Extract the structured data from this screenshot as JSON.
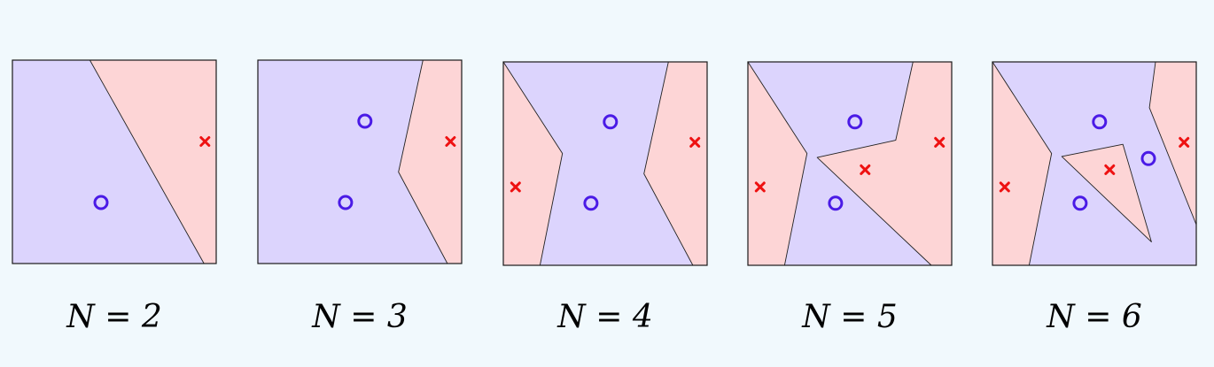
{
  "colors": {
    "background": "#f1f9fd",
    "class_o_region": "#dcd4fd",
    "class_x_region": "#fdd5d6",
    "o_marker": "#4a1ae6",
    "x_marker": "#ee1111",
    "border": "#1a1a1a"
  },
  "panels": [
    {
      "label": "N = 2",
      "points": [
        {
          "cls": "x",
          "x": 0.945,
          "y": 0.4
        },
        {
          "cls": "o",
          "x": 0.435,
          "y": 0.7
        }
      ],
      "x_regions": [
        [
          [
            0.38,
            0
          ],
          [
            1,
            0
          ],
          [
            1,
            1
          ],
          [
            0.94,
            1
          ]
        ]
      ]
    },
    {
      "label": "N = 3",
      "points": [
        {
          "cls": "o",
          "x": 0.525,
          "y": 0.3
        },
        {
          "cls": "x",
          "x": 0.945,
          "y": 0.4
        },
        {
          "cls": "o",
          "x": 0.43,
          "y": 0.7
        }
      ],
      "x_regions": [
        [
          [
            0.81,
            0
          ],
          [
            1,
            0
          ],
          [
            1,
            1
          ],
          [
            0.93,
            1
          ],
          [
            0.69,
            0.55
          ]
        ]
      ]
    },
    {
      "label": "N = 4",
      "points": [
        {
          "cls": "o",
          "x": 0.525,
          "y": 0.295
        },
        {
          "cls": "x",
          "x": 0.94,
          "y": 0.395
        },
        {
          "cls": "x",
          "x": 0.06,
          "y": 0.615
        },
        {
          "cls": "o",
          "x": 0.43,
          "y": 0.695
        }
      ],
      "x_regions": [
        [
          [
            0,
            0
          ],
          [
            0,
            1
          ],
          [
            0.18,
            1
          ],
          [
            0.29,
            0.45
          ]
        ],
        [
          [
            0.81,
            0
          ],
          [
            1,
            0
          ],
          [
            1,
            1
          ],
          [
            0.93,
            1
          ],
          [
            0.69,
            0.55
          ]
        ]
      ]
    },
    {
      "label": "N = 5",
      "points": [
        {
          "cls": "o",
          "x": 0.525,
          "y": 0.295
        },
        {
          "cls": "x",
          "x": 0.94,
          "y": 0.395
        },
        {
          "cls": "x",
          "x": 0.575,
          "y": 0.53
        },
        {
          "cls": "x",
          "x": 0.06,
          "y": 0.615
        },
        {
          "cls": "o",
          "x": 0.43,
          "y": 0.695
        }
      ],
      "x_regions": [
        [
          [
            0,
            0
          ],
          [
            0,
            1
          ],
          [
            0.18,
            1
          ],
          [
            0.29,
            0.45
          ]
        ],
        [
          [
            0.81,
            0
          ],
          [
            1,
            0
          ],
          [
            1,
            1
          ],
          [
            0.9,
            1
          ],
          [
            0.34,
            0.47
          ],
          [
            0.725,
            0.385
          ]
        ]
      ]
    },
    {
      "label": "N = 6",
      "points": [
        {
          "cls": "o",
          "x": 0.525,
          "y": 0.295
        },
        {
          "cls": "x",
          "x": 0.94,
          "y": 0.395
        },
        {
          "cls": "o",
          "x": 0.765,
          "y": 0.475
        },
        {
          "cls": "x",
          "x": 0.575,
          "y": 0.53
        },
        {
          "cls": "x",
          "x": 0.06,
          "y": 0.615
        },
        {
          "cls": "o",
          "x": 0.43,
          "y": 0.695
        }
      ],
      "x_regions": [
        [
          [
            0,
            0
          ],
          [
            0,
            1
          ],
          [
            0.18,
            1
          ],
          [
            0.29,
            0.45
          ]
        ],
        [
          [
            0.8,
            0
          ],
          [
            1,
            0
          ],
          [
            1,
            0.8
          ],
          [
            0.77,
            0.225
          ]
        ],
        [
          [
            0.34,
            0.465
          ],
          [
            0.64,
            0.405
          ],
          [
            0.78,
            0.885
          ]
        ]
      ]
    }
  ]
}
